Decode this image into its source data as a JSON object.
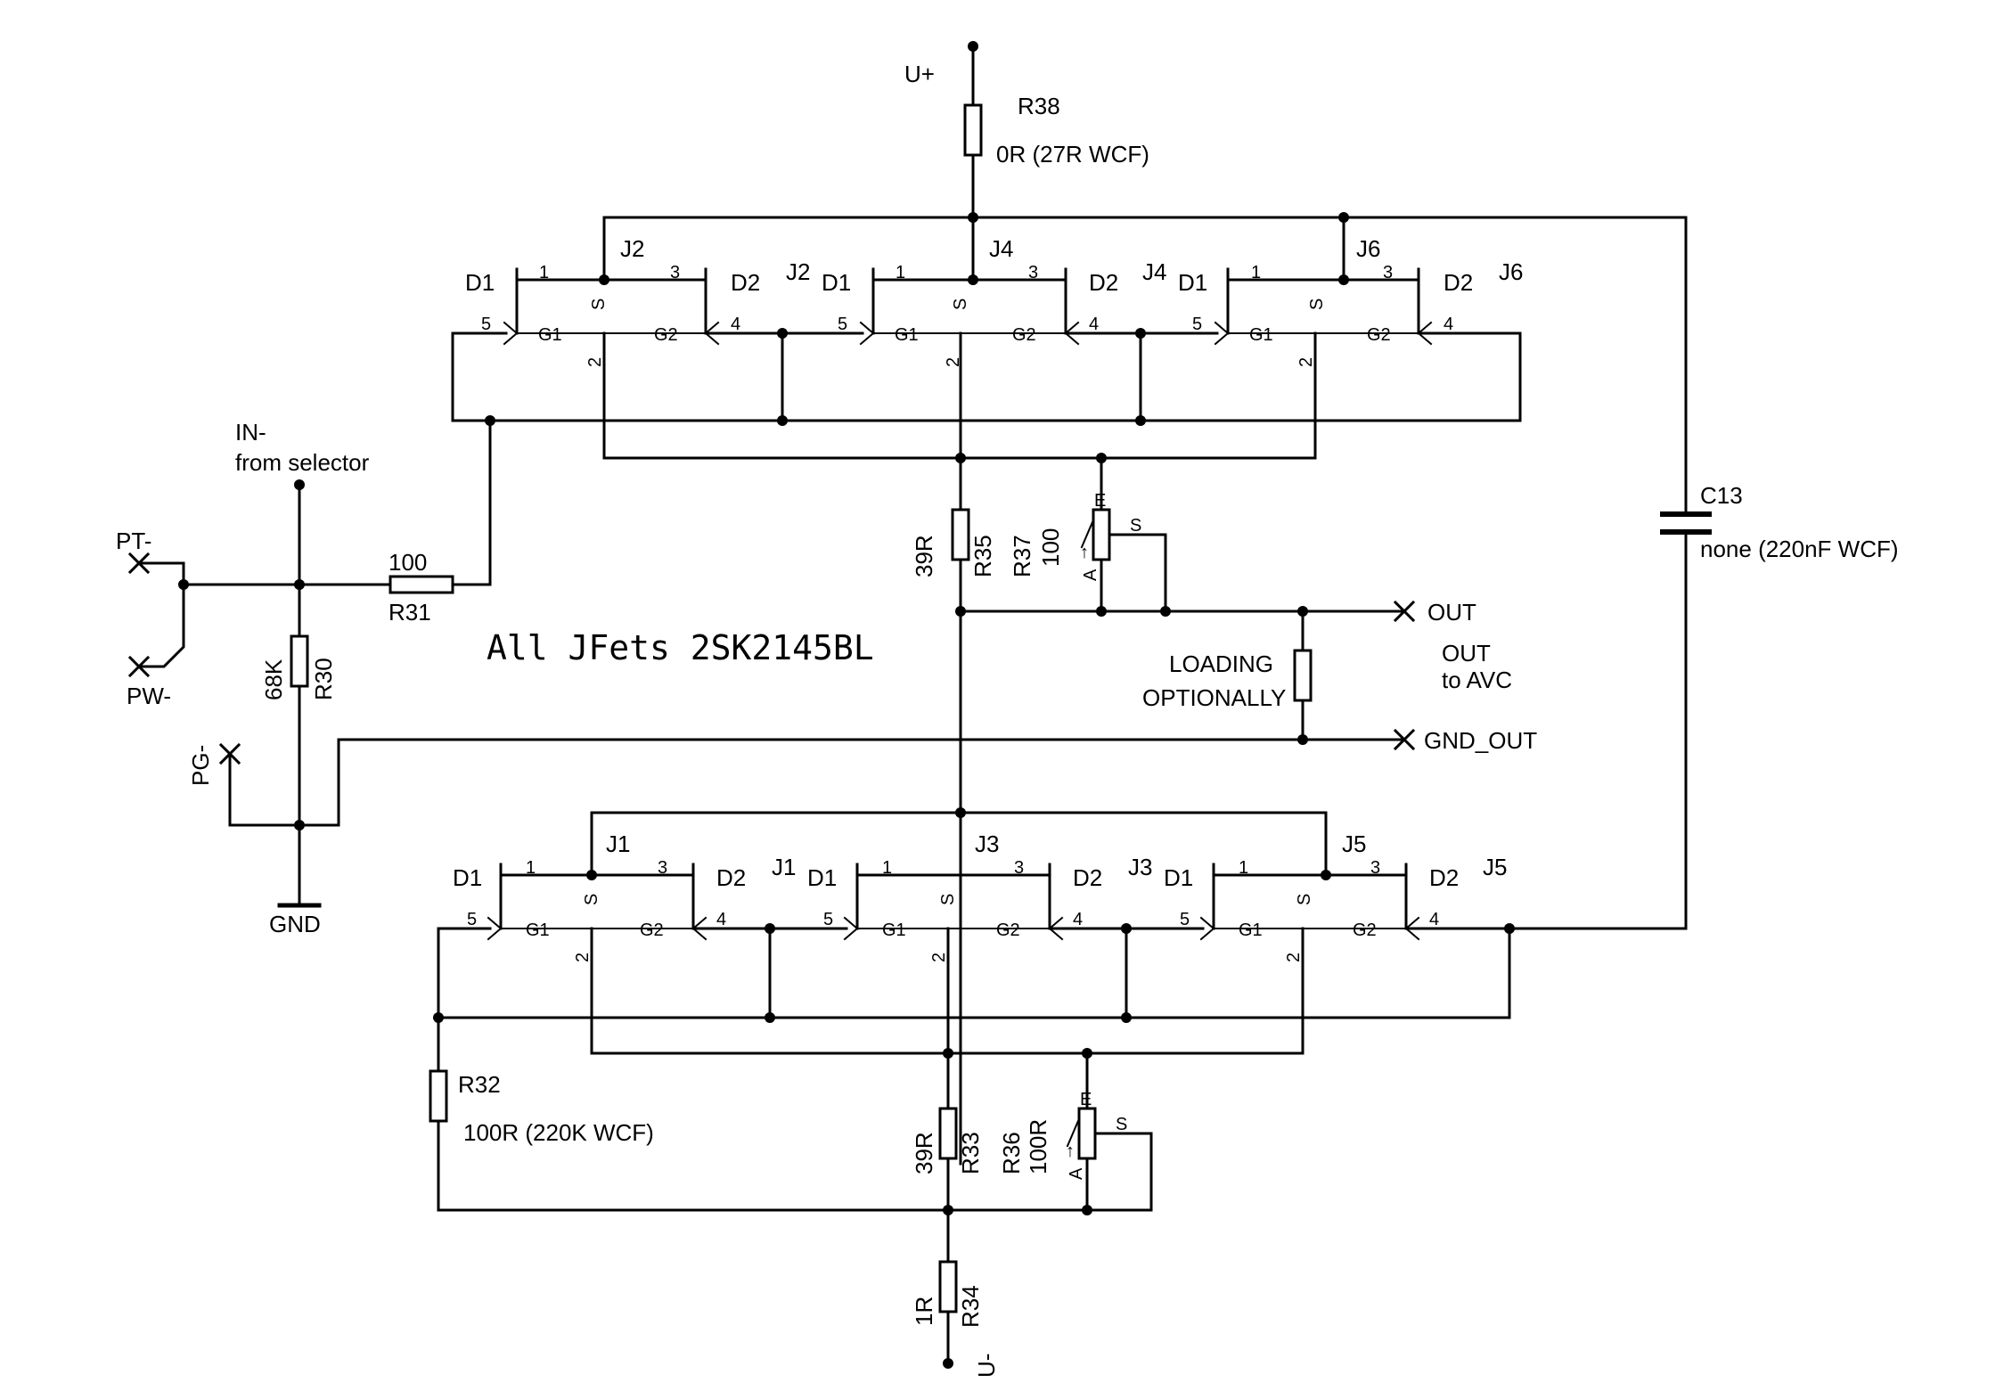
{
  "title": "All JFets 2SK2145BL",
  "supply": {
    "pos": "U+",
    "neg": "U-"
  },
  "input": {
    "line1": "IN-",
    "line2": "from selector",
    "pt": "PT-",
    "pw": "PW-",
    "pg": "PG-",
    "gnd": "GND"
  },
  "jfet_pins": {
    "d1": "D1",
    "d2": "D2",
    "g1": "G1",
    "g2": "G2",
    "s": "S",
    "p1": "1",
    "p2": "2",
    "p3": "3",
    "p4": "4",
    "p5": "5"
  },
  "jfets_top": [
    {
      "ref": "J2"
    },
    {
      "ref": "J4"
    },
    {
      "ref": "J6"
    }
  ],
  "jfets_bottom": [
    {
      "ref": "J1"
    },
    {
      "ref": "J3"
    },
    {
      "ref": "J5"
    }
  ],
  "components": {
    "r38": {
      "ref": "R38",
      "value": "0R (27R WCF)"
    },
    "r31": {
      "ref": "R31",
      "value": "100"
    },
    "r30": {
      "ref": "R30",
      "value": "68K"
    },
    "r35": {
      "ref": "R35",
      "value": "39R"
    },
    "r37": {
      "ref": "R37",
      "value": "100"
    },
    "c13": {
      "ref": "C13",
      "value": "none (220nF WCF)"
    },
    "r32": {
      "ref": "R32",
      "value": "100R (220K WCF)"
    },
    "r33": {
      "ref": "R33",
      "value": "39R"
    },
    "r36": {
      "ref": "R36",
      "value": "100R"
    },
    "r34": {
      "ref": "R34",
      "value": "1R"
    },
    "loading": {
      "line1": "LOADING",
      "line2": "OPTIONALLY"
    }
  },
  "pot_pins": {
    "a": "A",
    "e": "E",
    "s": "S"
  },
  "outputs": {
    "out": "OUT",
    "out_desc1": "OUT",
    "out_desc2": "to AVC",
    "gnd_out": "GND_OUT"
  }
}
